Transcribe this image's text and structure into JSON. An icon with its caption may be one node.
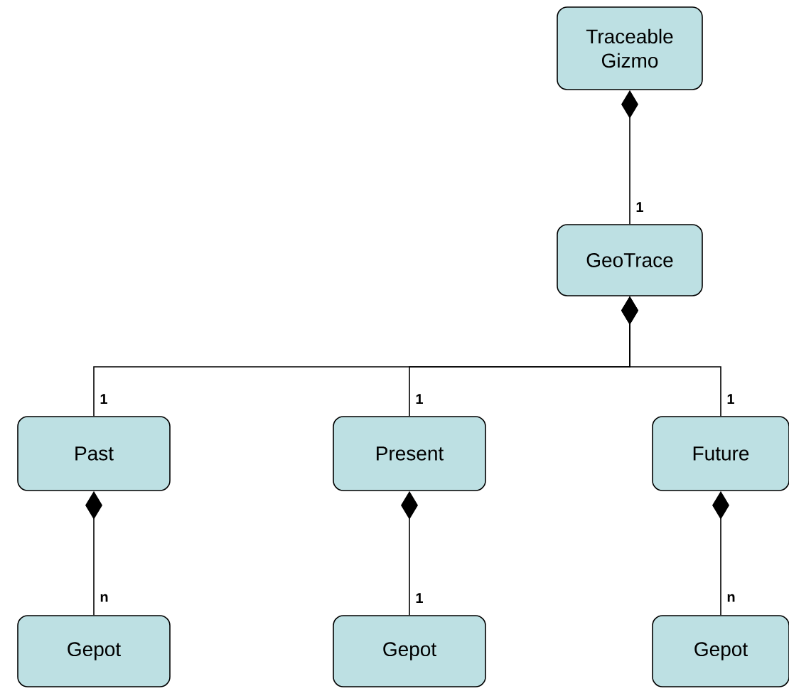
{
  "diagram": {
    "nodes": [
      {
        "text": [
          "Traceable Gizmo"
        ]
      },
      {
        "text": [
          "GeoTrace"
        ]
      },
      {
        "text": [
          "Past"
        ]
      },
      {
        "text": [
          "Present"
        ]
      },
      {
        "text": [
          "Future"
        ]
      },
      {
        "text": [
          "Gepot"
        ]
      },
      {
        "text": [
          "Gepot"
        ]
      },
      {
        "text": [
          "Gepot"
        ]
      }
    ],
    "edges": [
      {
        "from": 0,
        "to": 1,
        "arrow": "other",
        "label": "1"
      },
      {
        "from": 1,
        "to": 2,
        "arrow": "other",
        "label": "1"
      },
      {
        "from": 1,
        "to": 3,
        "arrow": "other",
        "label": "1"
      },
      {
        "from": 1,
        "to": 4,
        "arrow": "other",
        "label": "1"
      },
      {
        "from": 2,
        "to": 5,
        "arrow": "other",
        "label": "n"
      },
      {
        "from": 3,
        "to": 6,
        "arrow": "other",
        "label": "1"
      },
      {
        "from": 4,
        "to": 7,
        "arrow": "other",
        "label": "n"
      }
    ]
  }
}
